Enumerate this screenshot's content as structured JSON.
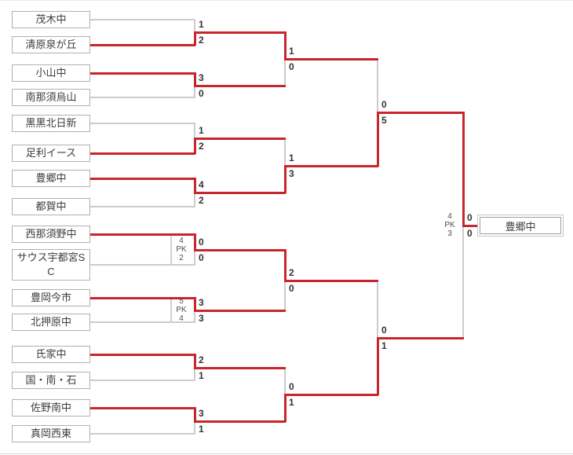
{
  "bracket": {
    "champion": "豊郷中",
    "rounds": [
      {
        "name": "round1",
        "matches": [
          {
            "top": "茂木中",
            "bottom": "清原泉が丘",
            "score_top": "1",
            "score_bottom": "2",
            "winner": "bottom"
          },
          {
            "top": "小山中",
            "bottom": "南那須烏山",
            "score_top": "3",
            "score_bottom": "0",
            "winner": "top"
          },
          {
            "top": "黒黒北日新",
            "bottom": "足利イース",
            "score_top": "1",
            "score_bottom": "2",
            "winner": "bottom"
          },
          {
            "top": "豊郷中",
            "bottom": "都賀中",
            "score_top": "4",
            "score_bottom": "2",
            "winner": "top"
          },
          {
            "top": "西那須野中",
            "bottom": "サウス宇都宮SC",
            "score_top": "0",
            "score_bottom": "0",
            "pk": [
              "4",
              "PK",
              "2"
            ],
            "winner": "top"
          },
          {
            "top": "豊岡今市",
            "bottom": "北押原中",
            "score_top": "3",
            "score_bottom": "3",
            "pk": [
              "5",
              "PK",
              "4"
            ],
            "winner": "top"
          },
          {
            "top": "氏家中",
            "bottom": "国・南・石",
            "score_top": "2",
            "score_bottom": "1",
            "winner": "top"
          },
          {
            "top": "佐野南中",
            "bottom": "真岡西東",
            "score_top": "3",
            "score_bottom": "1",
            "winner": "top"
          }
        ]
      },
      {
        "name": "quarterfinals",
        "matches": [
          {
            "score_top": "1",
            "score_bottom": "0",
            "winner": "top"
          },
          {
            "score_top": "1",
            "score_bottom": "3",
            "winner": "bottom"
          },
          {
            "score_top": "2",
            "score_bottom": "0",
            "winner": "top"
          },
          {
            "score_top": "0",
            "score_bottom": "1",
            "winner": "bottom"
          }
        ]
      },
      {
        "name": "semifinals",
        "matches": [
          {
            "score_top": "0",
            "score_bottom": "5",
            "winner": "bottom"
          },
          {
            "score_top": "0",
            "score_bottom": "1",
            "winner": "bottom"
          }
        ]
      },
      {
        "name": "final",
        "matches": [
          {
            "score_top": "0",
            "score_bottom": "0",
            "pk": [
              "4",
              "PK",
              "3"
            ],
            "winner": "top"
          }
        ]
      }
    ]
  },
  "colors": {
    "winner_path": "#c9252c",
    "line": "#cccccc",
    "box_border": "#b0b0b0",
    "pk_cell_border": "#cfcfcf",
    "text": "#3c3c3c",
    "score_text": "#333333",
    "page_edge_top": "#ececec",
    "page_edge_bottom": "#d8d8d8"
  }
}
